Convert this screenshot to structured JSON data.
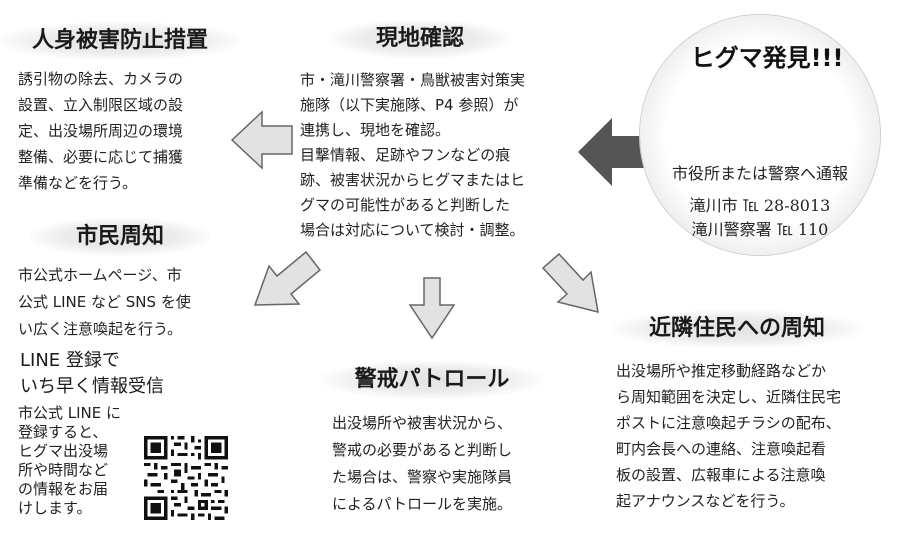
{
  "alert": {
    "title": "ヒグマ発見!!!",
    "report_label": "市役所または警察へ通報",
    "contact1": "滝川市 ℡ 28-8013",
    "contact2": "滝川警察署 ℡ 110"
  },
  "site_check": {
    "title": "現地確認",
    "body": "市・滝川警察署・鳥獣被害対策実\n施隊（以下実施隊、P4 参照）が\n連携し、現地を確認。\n目撃情報、足跡やフンなどの痕\n跡、被害状況からヒグマまたはヒ\nグマの可能性があると判断した\n場合は対応について検討・調整。"
  },
  "injury_prevention": {
    "title": "人身被害防止措置",
    "body": "誘引物の除去、カメラの\n設置、立入制限区域の設\n定、出没場所周辺の環境\n整備、必要に応じて捕獲\n準備などを行う。"
  },
  "citizen_notice": {
    "title": "市民周知",
    "body": "市公式ホームページ、市\n公式 LINE など SNS を使\nい広く注意喚起を行う。",
    "line_title": "LINE 登録で\nいち早く情報受信",
    "line_body": "市公式 LINE に\n登録すると、\nヒグマ出没場\n所や時間など\nの情報をお届\nけします。"
  },
  "patrol": {
    "title": "警戒パトロール",
    "body": "出没場所や被害状況から、\n警戒の必要があると判断し\nた場合は、警察や実施隊員\nによるパトロールを実施。"
  },
  "neighbor_notice": {
    "title": "近隣住民への周知",
    "body": "出没場所や推定移動経路などか\nら周知範囲を決定し、近隣住民宅\nポストに注意喚起チラシの配布、\n町内会長への連絡、注意喚起看\n板の設置、広報車による注意喚\n起アナウンスなどを行う。"
  },
  "colors": {
    "arrow_dark": "#555555",
    "arrow_light": "#e2e2e2",
    "arrow_stroke": "#666666"
  }
}
